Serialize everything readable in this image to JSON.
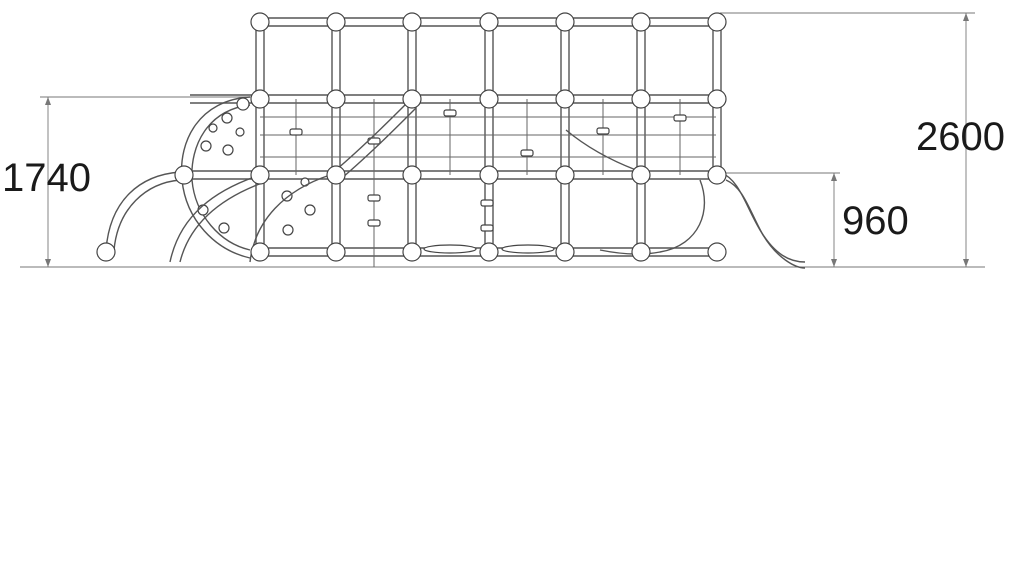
{
  "dimensions": {
    "left_height": "1740",
    "total_height": "2600",
    "platform_height": "960"
  },
  "colors": {
    "background": "#ffffff",
    "line": "#555555",
    "text": "#1a1a1a"
  }
}
